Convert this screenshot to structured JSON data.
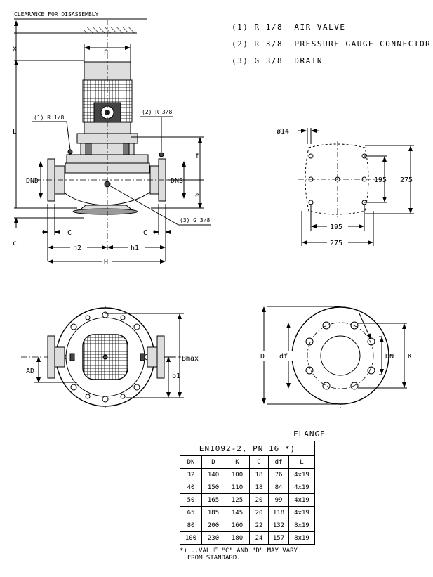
{
  "clearance_label": "CLEARANCE FOR DISASSEMBLY",
  "legend": [
    "(1) R 1/8  AIR VALVE",
    "(2) R 3/8  PRESSURE GAUGE CONNECTOR",
    "(3) G 3/8  DRAIN"
  ],
  "callouts": {
    "air_valve": "(1) R 1/8",
    "gauge": "(2) R 3/8",
    "drain": "(3) G 3/8"
  },
  "dims": {
    "x": "x",
    "p": "p",
    "L": "L",
    "f": "f",
    "e": "e",
    "c": "c",
    "DND": "DND",
    "DNS": "DNS",
    "C": "C",
    "h1": "h1",
    "h2": "h2",
    "H": "H",
    "AD": "AD",
    "Bmax": "Bmax",
    "b1": "b1",
    "D": "D",
    "df": "df",
    "DN": "DN",
    "K": "K",
    "L_bolt": "L"
  },
  "base_dims": {
    "hole": "ø14",
    "inner": "195",
    "outer": "275"
  },
  "flange_title": "FLANGE",
  "table": {
    "standard": "EN1092-2, PN 16 *)",
    "headers": [
      "DN",
      "D",
      "K",
      "C",
      "df",
      "L"
    ],
    "rows": [
      [
        "32",
        "140",
        "100",
        "18",
        "76",
        "4x19"
      ],
      [
        "40",
        "150",
        "110",
        "18",
        "84",
        "4x19"
      ],
      [
        "50",
        "165",
        "125",
        "20",
        "99",
        "4x19"
      ],
      [
        "65",
        "185",
        "145",
        "20",
        "118",
        "4x19"
      ],
      [
        "80",
        "200",
        "160",
        "22",
        "132",
        "8x19"
      ],
      [
        "100",
        "230",
        "180",
        "24",
        "157",
        "8x19"
      ]
    ],
    "footnote": "*)...VALUE \"C\" AND \"D\" MAY VARY\n  FROM STANDARD."
  }
}
